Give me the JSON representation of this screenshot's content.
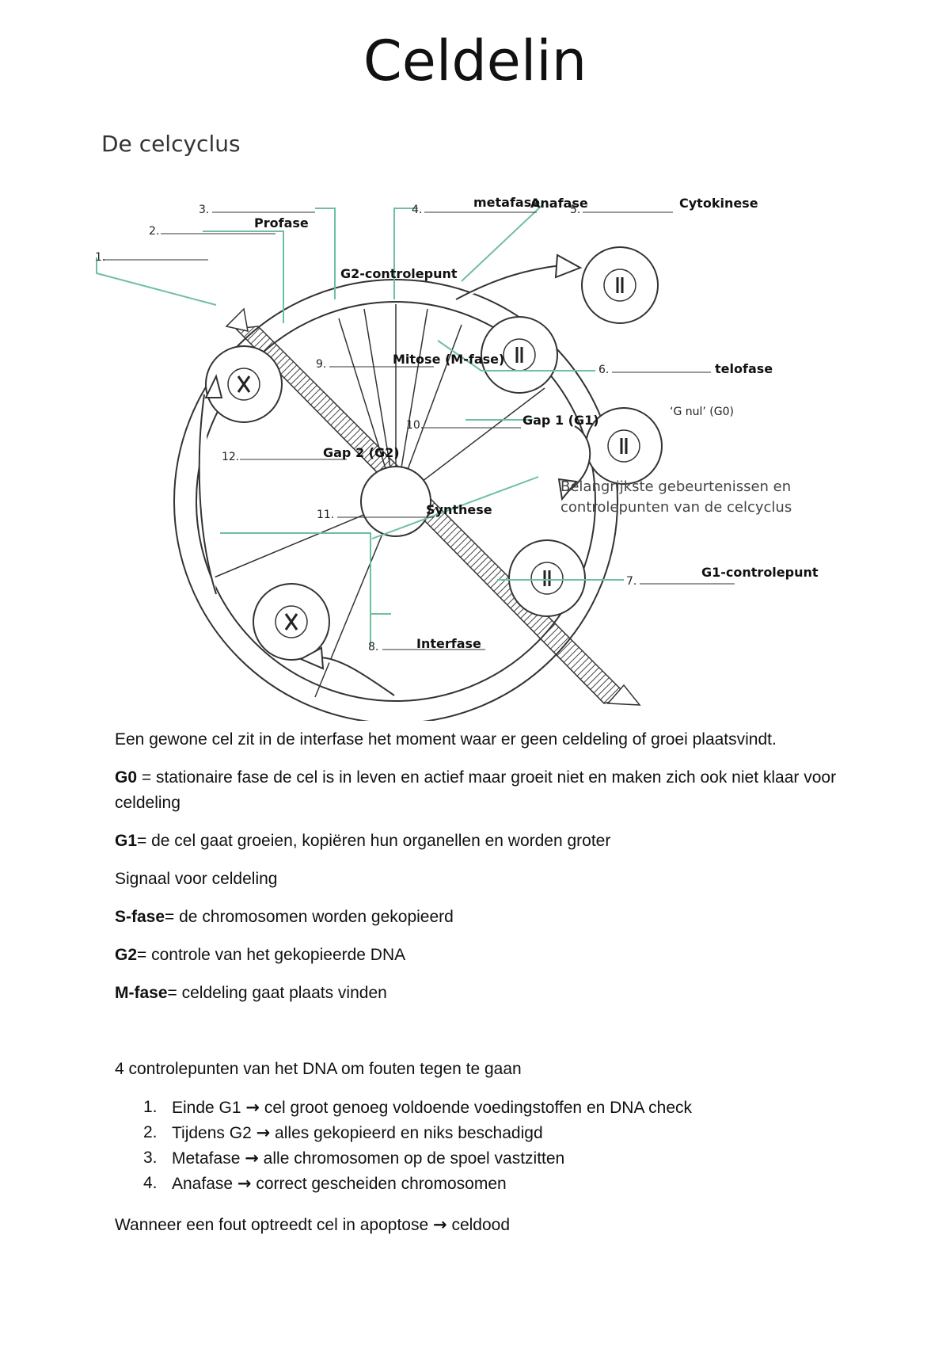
{
  "title_line1": "Celdelin",
  "title_line2": "g",
  "diagram": {
    "subtitle": "De celcyclus",
    "caption_line1": "Belangrijkste gebeurtenissen en",
    "caption_line2": "controlepunten van de celcyclus",
    "g0_note": "‘G nul’ (G0)",
    "blanks": {
      "n1": "1.",
      "n2": "2.",
      "n3": "3.",
      "n4": "4.",
      "n5": "5.",
      "n6": "6.",
      "n7": "7.",
      "n8": "8.",
      "n9": "9.",
      "n10": "10.",
      "n11": "11.",
      "n12": "12."
    },
    "answers": {
      "a2": "Profase",
      "a4": "metafase",
      "a5a": "Anafase",
      "a5b": "Cytokinese",
      "a6": "telofase",
      "a7": "G1-controlepunt",
      "a8": "Interfase",
      "g2check": "G2-controlepunt",
      "a9": "Mitose (M-fase)",
      "a10": "Gap 1 (G1)",
      "a11": "Synthese",
      "a12": "Gap 2 (G2)"
    },
    "colors": {
      "line": "#6fbf9f",
      "outline": "#333333"
    }
  },
  "text": {
    "intro": "Een gewone cel zit in de interfase het moment waar er geen celdeling of groei plaatsvindt.",
    "g0_term": "G0",
    "g0_def": " = stationaire fase de cel is in leven en actief maar groeit niet en maken zich ook niet klaar voor celdeling",
    "g1_term": "G1",
    "g1_def": "= de cel gaat groeien, kopiëren hun organellen en worden groter",
    "signal": "Signaal voor celdeling",
    "s_term": "S-fase",
    "s_def": "= de chromosomen worden gekopieerd",
    "g2_term": "G2",
    "g2_def": "= controle van het gekopieerde DNA",
    "m_term": "M-fase",
    "m_def": "= celdeling gaat plaats vinden",
    "checkpoints_intro": "4 controlepunten van het DNA om fouten tegen te gaan",
    "checkpoints": [
      {
        "num": "1.",
        "label": "Einde G1",
        "arrow": "→",
        "rest": " cel groot genoeg voldoende voedingstoffen en DNA check"
      },
      {
        "num": "2.",
        "label": "Tijdens G2",
        "arrow": "→",
        "rest": " alles gekopieerd en niks beschadigd"
      },
      {
        "num": "3.",
        "label": "Metafase",
        "arrow": "→",
        "rest": " alle chromosomen op de spoel vastzitten"
      },
      {
        "num": "4.",
        "label": "Anafase",
        "arrow": "→",
        "rest": " correct gescheiden chromosomen"
      }
    ],
    "error_text": "Wanneer een fout optreedt cel in apoptose",
    "error_arrow": "→",
    "error_result": " celdood"
  }
}
